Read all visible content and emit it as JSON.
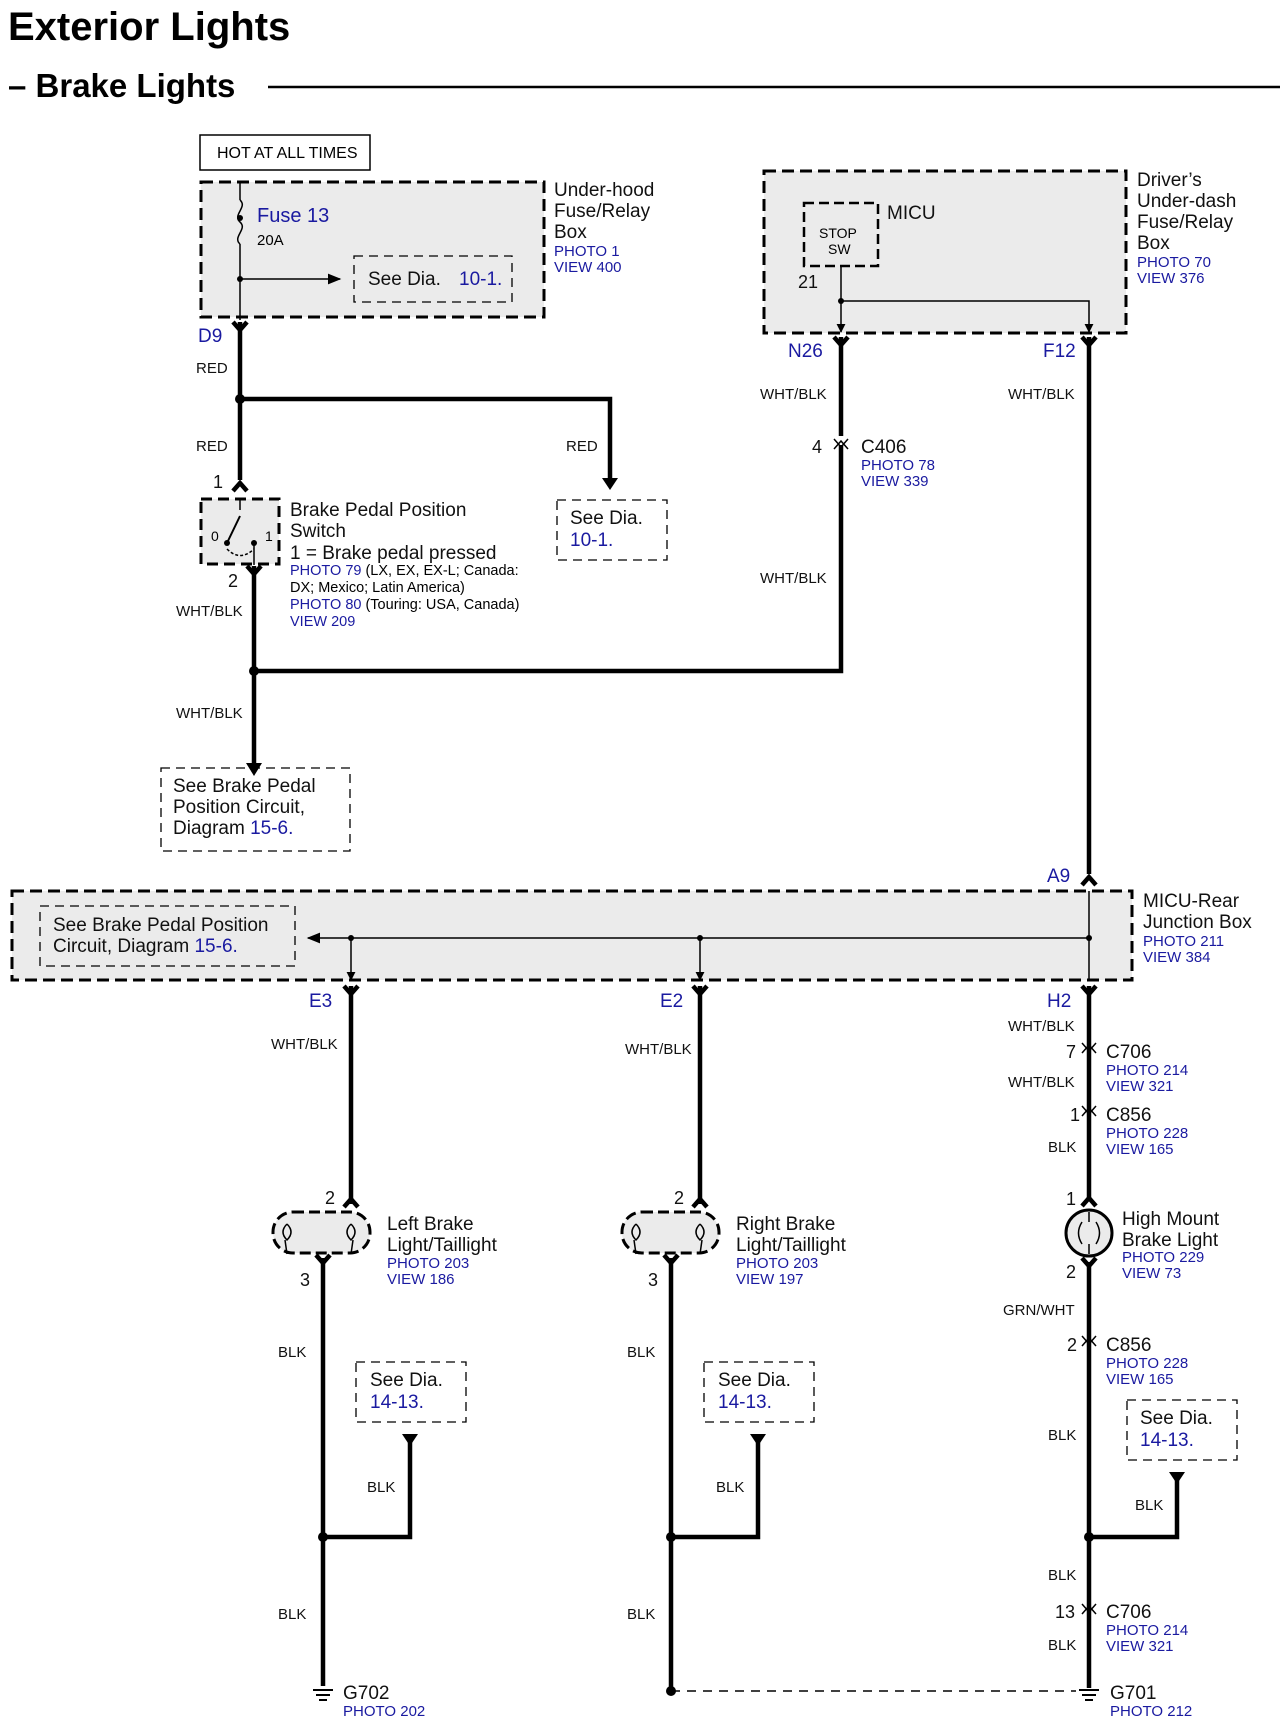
{
  "page": {
    "title": "Exterior Lights",
    "subtitle": "– Brake Lights"
  },
  "power": {
    "hot_label": "HOT AT ALL TIMES",
    "fuse_name": "Fuse 13",
    "fuse_rating": "20A",
    "see_text": "See  Dia.",
    "see_ref": "10-1.",
    "box_name_1": "Under-hood",
    "box_name_2": "Fuse/Relay",
    "box_name_3": "Box",
    "box_photo": "PHOTO 1",
    "box_view": "VIEW 400",
    "pin": "D9"
  },
  "micu": {
    "name": "MICU",
    "stop_sw_1": "STOP",
    "stop_sw_2": "SW",
    "pin_21": "21",
    "box_name_1": "Driver’s",
    "box_name_2": "Under-dash",
    "box_name_3": "Fuse/Relay",
    "box_name_4": "Box",
    "box_photo": "PHOTO 70",
    "box_view": "VIEW 376",
    "pin_n26": "N26",
    "pin_f12": "F12"
  },
  "wires": {
    "red_1": "RED",
    "red_2": "RED",
    "red_3": "RED",
    "wht_blk_n26": "WHT/BLK",
    "wht_blk_f12": "WHT/BLK",
    "wht_blk_c406": "WHT/BLK",
    "wht_blk_sw": "WHT/BLK",
    "wht_blk_down": "WHT/BLK",
    "wht_blk_e3": "WHT/BLK",
    "wht_blk_e2": "WHT/BLK",
    "wht_blk_h2": "WHT/BLK",
    "wht_blk_c706": "WHT/BLK",
    "blk_c856": "BLK",
    "grn_wht": "GRN/WHT",
    "blk_left_1": "BLK",
    "blk_left_2": "BLK",
    "blk_left_3": "BLK",
    "blk_right_1": "BLK",
    "blk_right_2": "BLK",
    "blk_right_3": "BLK",
    "blk_hm_1": "BLK",
    "blk_hm_2": "BLK",
    "blk_hm_3": "BLK",
    "blk_hm_4": "BLK"
  },
  "c406": {
    "pin": "4",
    "name": "C406",
    "photo": "PHOTO 78",
    "view": "VIEW 339"
  },
  "see_10_1_b": {
    "text": "See  Dia.",
    "ref": "10-1."
  },
  "switch": {
    "pin_1": "1",
    "pin_2": "2",
    "pos_0": "0",
    "pos_1": "1",
    "name_1": "Brake Pedal Position",
    "name_2": "Switch",
    "note": "1 = Brake pedal pressed",
    "photo_79": "PHOTO 79",
    "photo_79_desc": " (LX, EX, EX-L; Canada:",
    "photo_79_desc_2": "DX; Mexico; Latin America)",
    "photo_80": "PHOTO 80",
    "photo_80_desc": " (Touring: USA, Canada)",
    "view": "VIEW 209"
  },
  "see_bpp_1": {
    "line_1": "See Brake Pedal",
    "line_2": "Position Circuit,",
    "line_3": "Diagram ",
    "ref": "15-6."
  },
  "junction": {
    "see_line_1": "See Brake Pedal Position",
    "see_line_2": "Circuit,  Diagram ",
    "see_ref": "15-6.",
    "name_1": "MICU-Rear",
    "name_2": "Junction Box",
    "photo": "PHOTO 211",
    "view": "VIEW 384",
    "pin_a9": "A9",
    "pin_e3": "E3",
    "pin_e2": "E2",
    "pin_h2": "H2"
  },
  "left_light": {
    "pin_2": "2",
    "pin_3": "3",
    "name_1": "Left Brake",
    "name_2": "Light/Taillight",
    "photo": "PHOTO 203",
    "view": "VIEW 186",
    "see_text": "See  Dia.",
    "see_ref": "14-13."
  },
  "right_light": {
    "pin_2": "2",
    "pin_3": "3",
    "name_1": "Right Brake",
    "name_2": "Light/Taillight",
    "photo": "PHOTO 203",
    "view": "VIEW 197",
    "see_text": "See  Dia.",
    "see_ref": "14-13."
  },
  "high_mount": {
    "pin_1": "1",
    "pin_2": "2",
    "name_1": "High Mount",
    "name_2": "Brake Light",
    "photo": "PHOTO 229",
    "view": "VIEW 73",
    "see_text": "See  Dia.",
    "see_ref": "14-13."
  },
  "c706_a": {
    "pin": "7",
    "name": "C706",
    "photo": "PHOTO 214",
    "view": "VIEW 321"
  },
  "c856_a": {
    "pin": "1",
    "name": "C856",
    "photo": "PHOTO 228",
    "view": "VIEW 165"
  },
  "c856_b": {
    "pin": "2",
    "name": "C856",
    "photo": "PHOTO 228",
    "view": "VIEW 165"
  },
  "c706_b": {
    "pin": "13",
    "name": "C706",
    "photo": "PHOTO 214",
    "view": "VIEW 321"
  },
  "grounds": {
    "g702": "G702",
    "g702_photo": "PHOTO 202",
    "g701": "G701",
    "g701_photo": "PHOTO 212"
  }
}
